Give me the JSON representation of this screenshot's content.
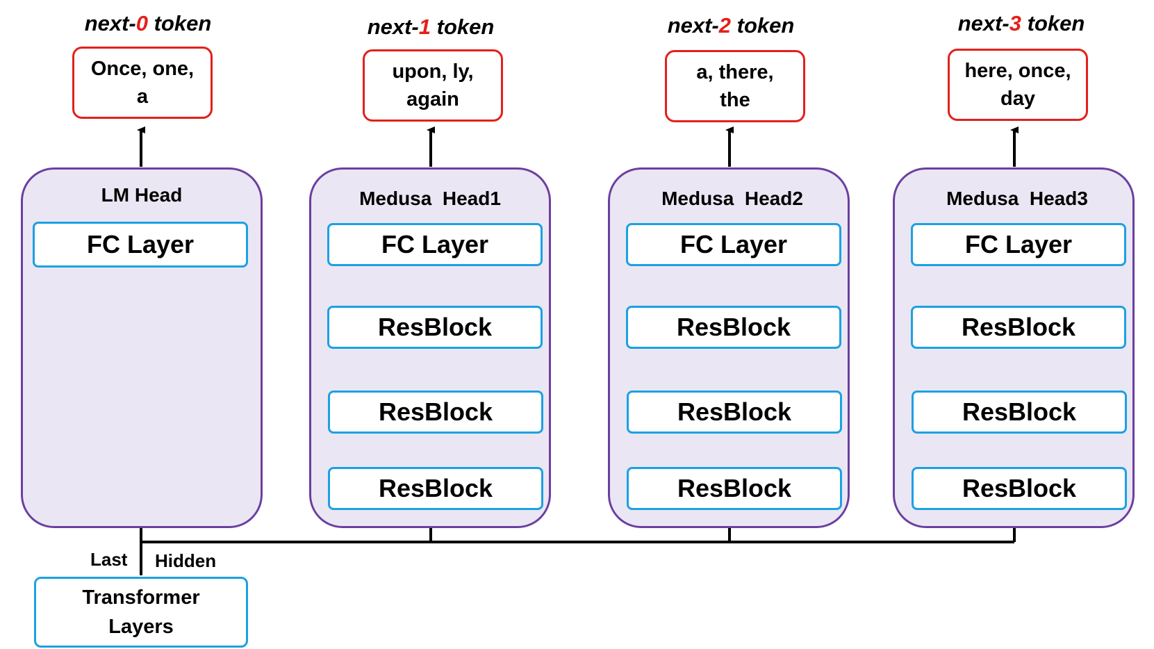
{
  "colors": {
    "token_border": "#e3201b",
    "head_border": "#6b3fa0",
    "head_fill": "#ebe6f3",
    "layer_border": "#1ba1e2",
    "arrow": "#000000"
  },
  "lm_head": {
    "token_title_prefix": "next-",
    "token_title_num": "0",
    "token_title_suffix": " token",
    "tokens": "Once, one,\na",
    "label": "LM Head",
    "fc": "FC Layer"
  },
  "medusa_heads": [
    {
      "token_title_prefix": "next-",
      "token_title_num": "1",
      "token_title_suffix": " token",
      "tokens": "upon, ly,\nagain",
      "label": "Medusa  Head1",
      "fc": "FC Layer",
      "resblocks": [
        "ResBlock",
        "ResBlock",
        "ResBlock"
      ]
    },
    {
      "token_title_prefix": "next-",
      "token_title_num": "2",
      "token_title_suffix": " token",
      "tokens": "a, there,\nthe",
      "label": "Medusa  Head2",
      "fc": "FC Layer",
      "resblocks": [
        "ResBlock",
        "ResBlock",
        "ResBlock"
      ]
    },
    {
      "token_title_prefix": "next-",
      "token_title_num": "3",
      "token_title_suffix": " token",
      "tokens": "here, once,\nday",
      "label": "Medusa  Head3",
      "fc": "FC Layer",
      "resblocks": [
        "ResBlock",
        "ResBlock",
        "ResBlock"
      ]
    }
  ],
  "hidden_label_left": "Last",
  "hidden_label_right": "Hidden",
  "transformer": "Transformer\nLayers"
}
